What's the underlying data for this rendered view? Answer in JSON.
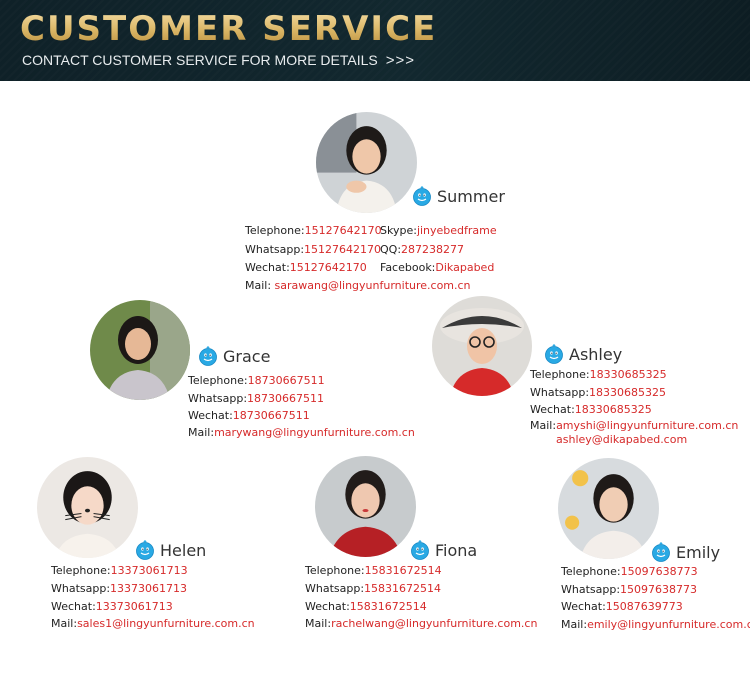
{
  "header": {
    "title": "CUSTOMER SERVICE",
    "subtitle": "CONTACT CUSTOMER SERVICE FOR MORE DETAILS",
    "arrows": ">>>"
  },
  "labels": {
    "telephone": "Telephone:",
    "whatsapp": "Whatsapp:",
    "wechat": "Wechat:",
    "mail": "Mail:",
    "mail_spaced": "Mail: ",
    "skype": "Skype:",
    "qq": "QQ:",
    "facebook": "Facebook:"
  },
  "people": {
    "summer": {
      "name": "Summer",
      "telephone": "15127642170",
      "whatsapp": "15127642170",
      "wechat": "15127642170",
      "mail": "sarawang@lingyunfurniture.com.cn",
      "skype": "jinyebedframe",
      "qq": "287238277",
      "facebook": "Dikapabed"
    },
    "grace": {
      "name": "Grace",
      "telephone": "18730667511",
      "whatsapp": "18730667511",
      "wechat": "18730667511",
      "mail": "marywang@lingyunfurniture.com.cn"
    },
    "ashley": {
      "name": "Ashley",
      "telephone": "18330685325",
      "whatsapp": "18330685325",
      "wechat": "18330685325",
      "mail": "amyshi@lingyunfurniture.com.cn",
      "mail2": "ashley@dikapabed.com"
    },
    "helen": {
      "name": "Helen",
      "telephone": "13373061713",
      "whatsapp": "13373061713",
      "wechat": "13373061713",
      "mail": "sales1@lingyunfurniture.com.cn"
    },
    "fiona": {
      "name": "Fiona",
      "telephone": "15831672514",
      "whatsapp": "15831672514",
      "wechat": "15831672514",
      "mail": "rachelwang@lingyunfurniture.com.cn"
    },
    "emily": {
      "name": "Emily",
      "telephone": "15097638773",
      "whatsapp": "15097638773",
      "wechat": "15087639773",
      "mail": "emily@lingyunfurniture.com.cn"
    }
  },
  "icons": {
    "name_badge": "qq-penguin-icon"
  },
  "colors": {
    "header_bg": "#12282f",
    "title_gold": "#d9b463",
    "value_red": "#d62a2a",
    "label_dark": "#222222"
  }
}
